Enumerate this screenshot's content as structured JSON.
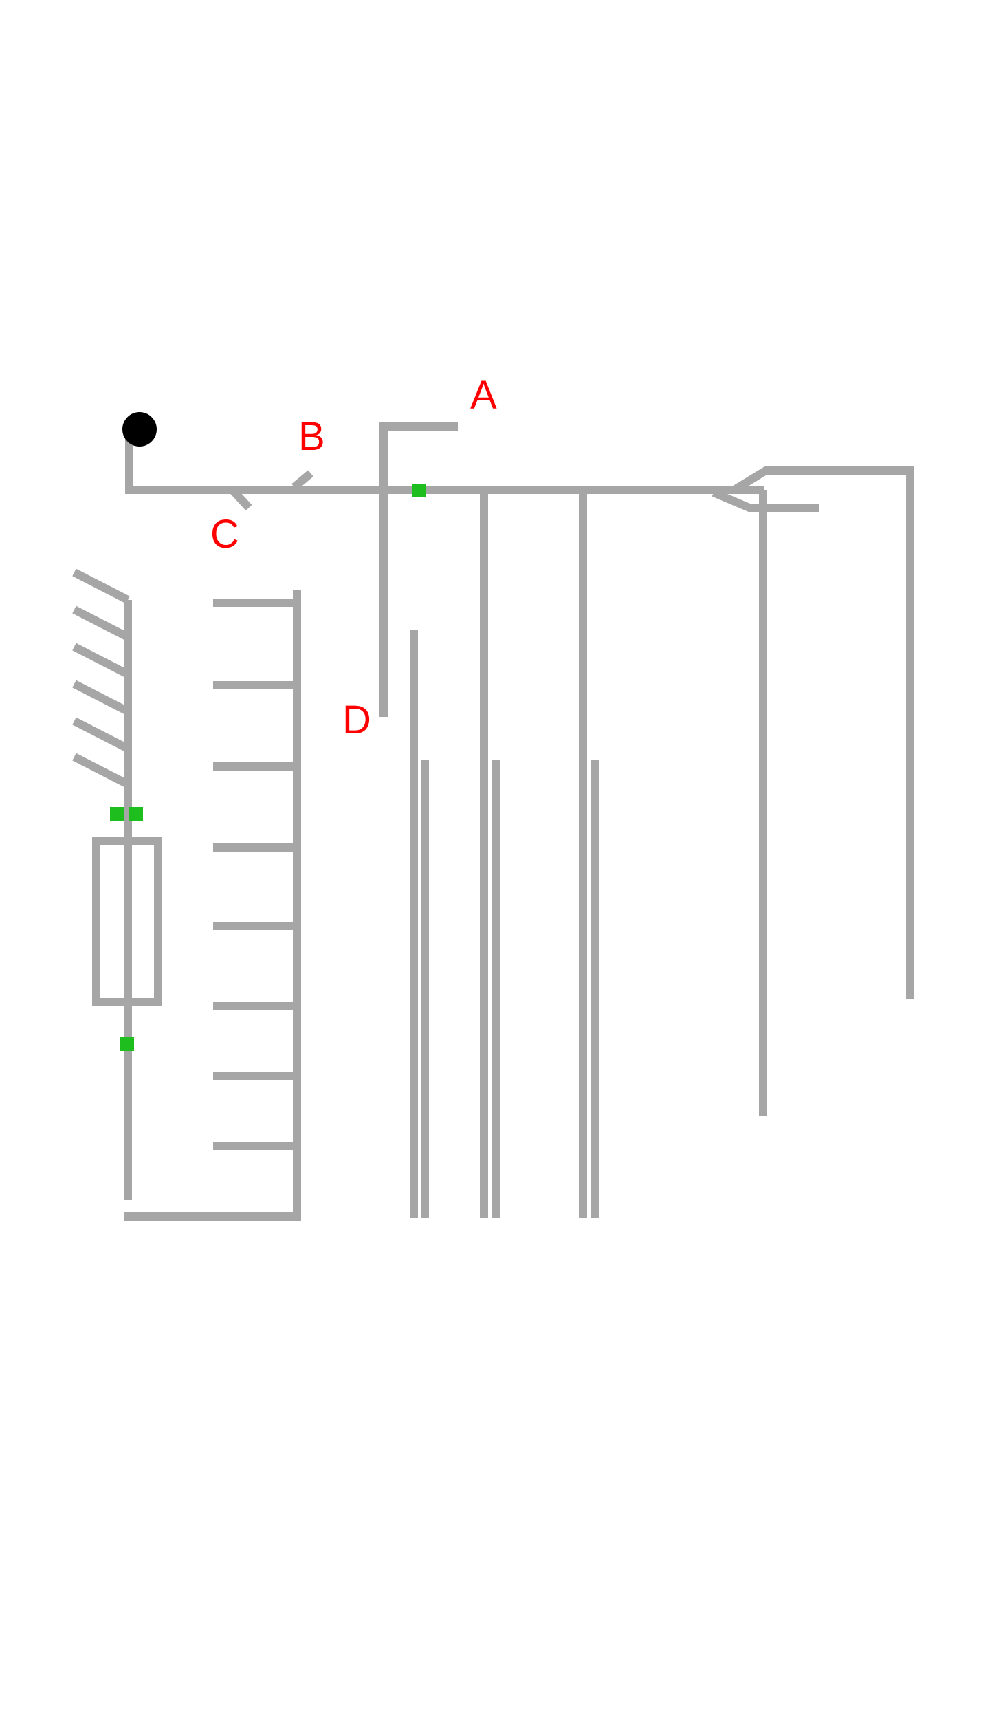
{
  "colors": {
    "track": "#a6a6a6",
    "marker": "#1dbe1d",
    "label": "#ff0000",
    "start_point": "#000000",
    "background": "#ffffff"
  },
  "labels": {
    "a": "A",
    "b": "B",
    "c": "C",
    "d": "D"
  },
  "legend": {
    "start_point": "start-point",
    "marker": "green-marker"
  }
}
